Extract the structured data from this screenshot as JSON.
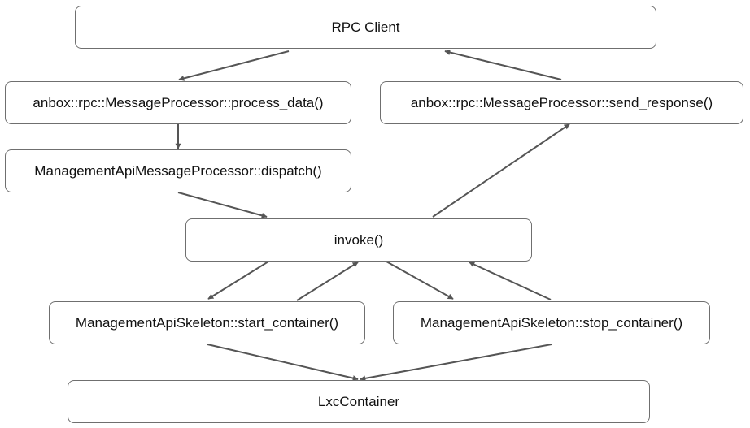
{
  "diagram": {
    "nodes": {
      "rpc_client": "RPC Client",
      "process_data": "anbox::rpc::MessageProcessor::process_data()",
      "send_response": "anbox::rpc::MessageProcessor::send_response()",
      "dispatch": "ManagementApiMessageProcessor::dispatch()",
      "invoke": "invoke()",
      "start_container": "ManagementApiSkeleton::start_container()",
      "stop_container": "ManagementApiSkeleton::stop_container()",
      "lxc_container": "LxcContainer"
    },
    "edges": [
      {
        "from": "rpc_client",
        "to": "process_data"
      },
      {
        "from": "process_data",
        "to": "dispatch"
      },
      {
        "from": "dispatch",
        "to": "invoke"
      },
      {
        "from": "invoke",
        "to": "start_container"
      },
      {
        "from": "start_container",
        "to": "invoke"
      },
      {
        "from": "invoke",
        "to": "stop_container"
      },
      {
        "from": "stop_container",
        "to": "invoke"
      },
      {
        "from": "start_container",
        "to": "lxc_container"
      },
      {
        "from": "stop_container",
        "to": "lxc_container"
      },
      {
        "from": "invoke",
        "to": "send_response"
      },
      {
        "from": "send_response",
        "to": "rpc_client"
      }
    ]
  }
}
